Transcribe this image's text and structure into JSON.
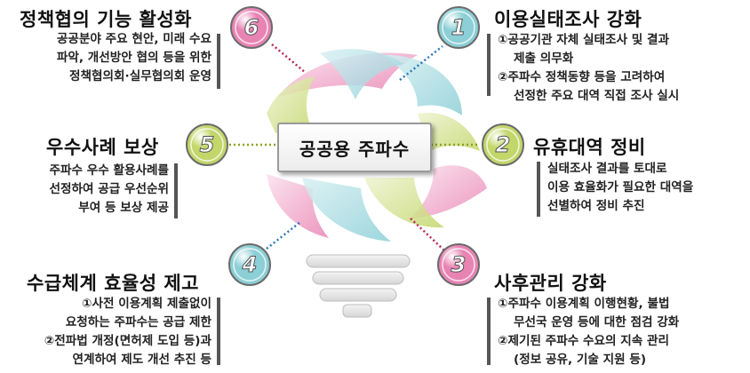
{
  "center_label": "공공용 주파수",
  "items": [
    {
      "num": "1",
      "title": "이용실태조사 강화",
      "lines": [
        "①공공기관 자체 실태조사 및 결과",
        "제출 의무화",
        "②주파수 정책동향 등을 고려하여",
        "선정한 주요 대역 직접 조사 실시"
      ],
      "color": "#8ccfd6"
    },
    {
      "num": "2",
      "title": "유휴대역 정비",
      "lines": [
        "실태조사 결과를 토대로",
        "이용 효율화가 필요한 대역을",
        "선별하여 정비 추진"
      ],
      "color": "#c2d66a"
    },
    {
      "num": "3",
      "title": "사후관리 강화",
      "lines": [
        "①주파수 이용계획 이행현황, 불법",
        "무선국 운영 등에 대한 점검 강화",
        "②제기된 주파수 수요의 지속 관리",
        "(정보 공유, 기술 지원 등)"
      ],
      "color": "#e884b4"
    },
    {
      "num": "4",
      "title": "수급체계 효율성 제고",
      "lines": [
        "①사전 이용계획 제출없이",
        "요청하는 주파수는 공급 제한",
        "②전파법 개정(면허제 도입 등)과",
        "연계하여 제도 개선 추진 등"
      ],
      "color": "#8ccfd6"
    },
    {
      "num": "5",
      "title": "우수사례 보상",
      "lines": [
        "주파수 우수 활용사례를",
        "선정하여 공급 우선순위",
        "부여 등 보상 제공"
      ],
      "color": "#c2d66a"
    },
    {
      "num": "6",
      "title": "정책협의 기능 활성화",
      "lines": [
        "공공분야 주요 현안, 미래 수요",
        "파악, 개선방안 협의 등을 위한",
        "정책협의회·실무협의회 운영"
      ],
      "color": "#e884b4"
    }
  ]
}
